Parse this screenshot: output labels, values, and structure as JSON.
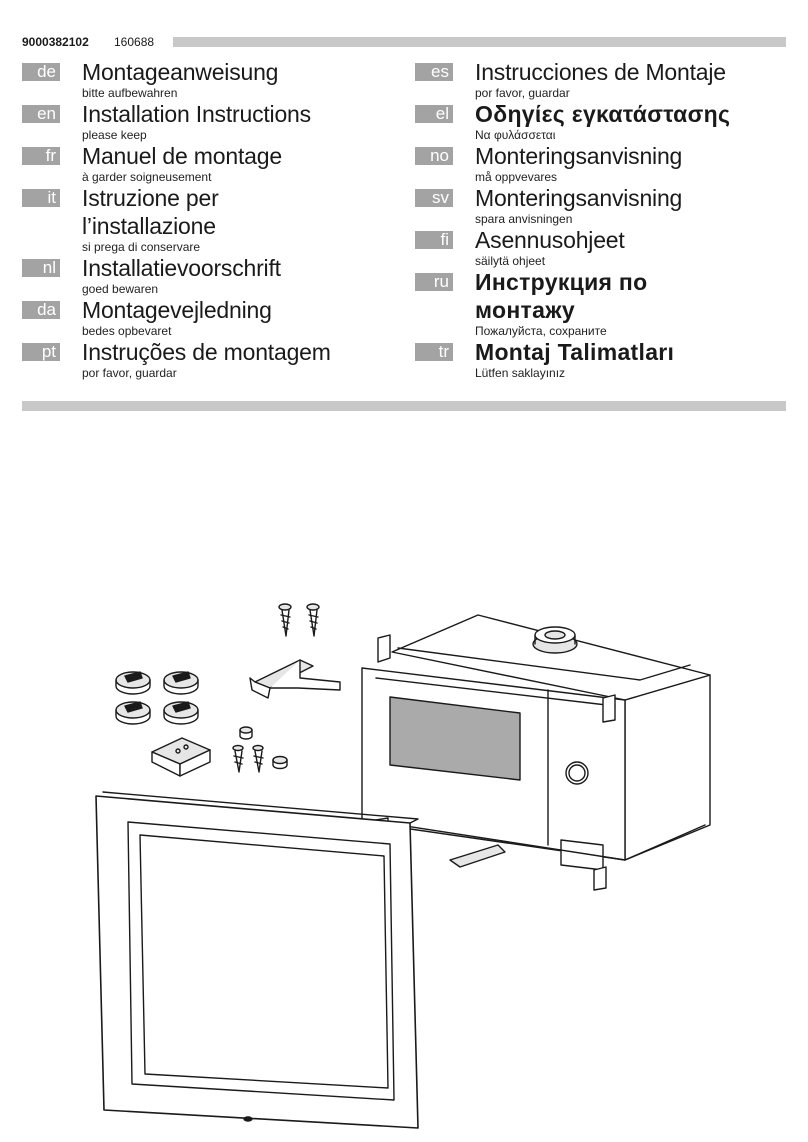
{
  "header": {
    "doc_number": "9000382102",
    "doc_code": "160688"
  },
  "left_column": [
    {
      "lang": "de",
      "title": "Montageanweisung",
      "subtitle": "bitte aufbewahren"
    },
    {
      "lang": "en",
      "title": "Installation Instructions",
      "subtitle": "please keep"
    },
    {
      "lang": "fr",
      "title": "Manuel de montage",
      "subtitle": "à garder soigneusement"
    },
    {
      "lang": "it",
      "title": "Istruzione per",
      "title2": "l’installazione",
      "subtitle": "si prega di conservare"
    },
    {
      "lang": "nl",
      "title": "Installatievoorschrift",
      "subtitle": "goed bewaren"
    },
    {
      "lang": "da",
      "title": "Montagevejledning",
      "subtitle": "bedes opbevaret"
    },
    {
      "lang": "pt",
      "title": "Instruções de montagem",
      "subtitle": "por favor, guardar"
    }
  ],
  "right_column": [
    {
      "lang": "es",
      "title": "Instrucciones de Montaje",
      "subtitle": "por favor, guardar"
    },
    {
      "lang": "el",
      "title": "Οδηγίες εγκατάστασης",
      "subtitle": "Να φυλάσσεται"
    },
    {
      "lang": "no",
      "title": "Monteringsanvisning",
      "subtitle": "må oppvevares"
    },
    {
      "lang": "sv",
      "title": "Monteringsanvisning",
      "subtitle": "spara anvisningen"
    },
    {
      "lang": "fi",
      "title": "Asennusohjeet",
      "subtitle": "säilytä ohjeet"
    },
    {
      "lang": "ru",
      "title": "Инструкция по",
      "title2": "монтажу",
      "subtitle": "Пожалуйста, сохраните"
    },
    {
      "lang": "tr",
      "title": "Montaj Talimatları",
      "subtitle": "Lütfen saklayınız"
    }
  ],
  "colors": {
    "badge": "#a3a3a3",
    "rule": "#c8c8c8",
    "line": "#1a1a1a",
    "part_fill": "#e6e6e6",
    "window_fill": "#aaaaaa"
  }
}
